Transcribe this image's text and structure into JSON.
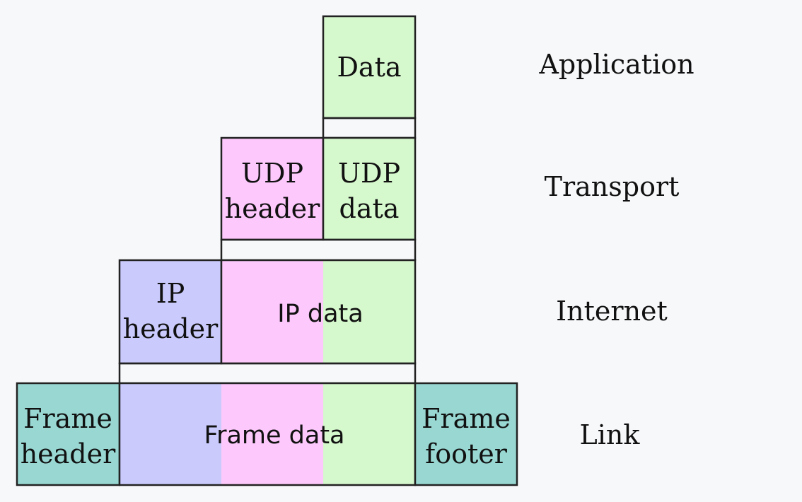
{
  "colors": {
    "data": "#d6f8cd",
    "udp_header": "#fdc9fc",
    "ip_header": "#cacbfc",
    "frame": "#98d7d2",
    "background": "#f7f8fa",
    "stroke": "#222222"
  },
  "application": {
    "data_label": "Data",
    "layer_label": "Application"
  },
  "transport": {
    "udp_header_line1": "UDP",
    "udp_header_line2": "header",
    "udp_data_line1": "UDP",
    "udp_data_line2": "data",
    "layer_label": "Transport"
  },
  "internet": {
    "ip_header_line1": "IP",
    "ip_header_line2": "header",
    "ip_data_label": "IP data",
    "layer_label": "Internet"
  },
  "link": {
    "frame_header_line1": "Frame",
    "frame_header_line2": "header",
    "frame_data_label": "Frame data",
    "frame_footer_line1": "Frame",
    "frame_footer_line2": "footer",
    "layer_label": "Link"
  }
}
